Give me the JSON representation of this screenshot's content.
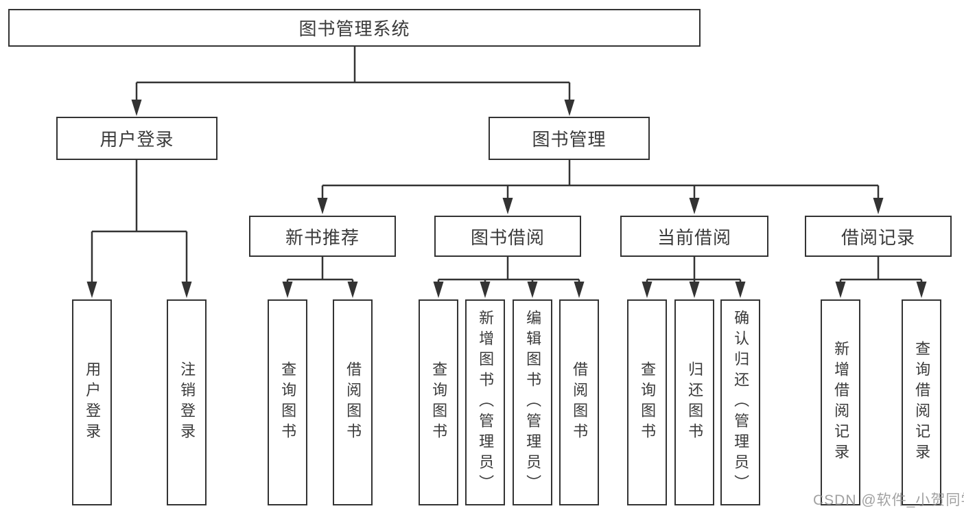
{
  "colors": {
    "line": "#333333",
    "box_border": "#333333",
    "text": "#3a3a3a",
    "watermark": "#919191",
    "background": "#ffffff"
  },
  "tree": {
    "root": {
      "label": "图书管理系统"
    },
    "branches": [
      {
        "label": "用户登录",
        "children": [
          {
            "label": "用户登录"
          },
          {
            "label": "注销登录"
          }
        ]
      },
      {
        "label": "图书管理",
        "groups": [
          {
            "label": "新书推荐",
            "children": [
              {
                "label": "查询图书"
              },
              {
                "label": "借阅图书"
              }
            ]
          },
          {
            "label": "图书借阅",
            "children": [
              {
                "label": "查询图书"
              },
              {
                "label": "新增图书（管理员）"
              },
              {
                "label": "编辑图书（管理员）"
              },
              {
                "label": "借阅图书"
              }
            ]
          },
          {
            "label": "当前借阅",
            "children": [
              {
                "label": "查询图书"
              },
              {
                "label": "归还图书"
              },
              {
                "label": "确认归还（管理员）"
              }
            ]
          },
          {
            "label": "借阅记录",
            "children": [
              {
                "label": "新增借阅记录"
              },
              {
                "label": "查询借阅记录"
              }
            ]
          }
        ]
      }
    ]
  },
  "watermark": {
    "text": "CSDN @软件_小贺同学"
  }
}
